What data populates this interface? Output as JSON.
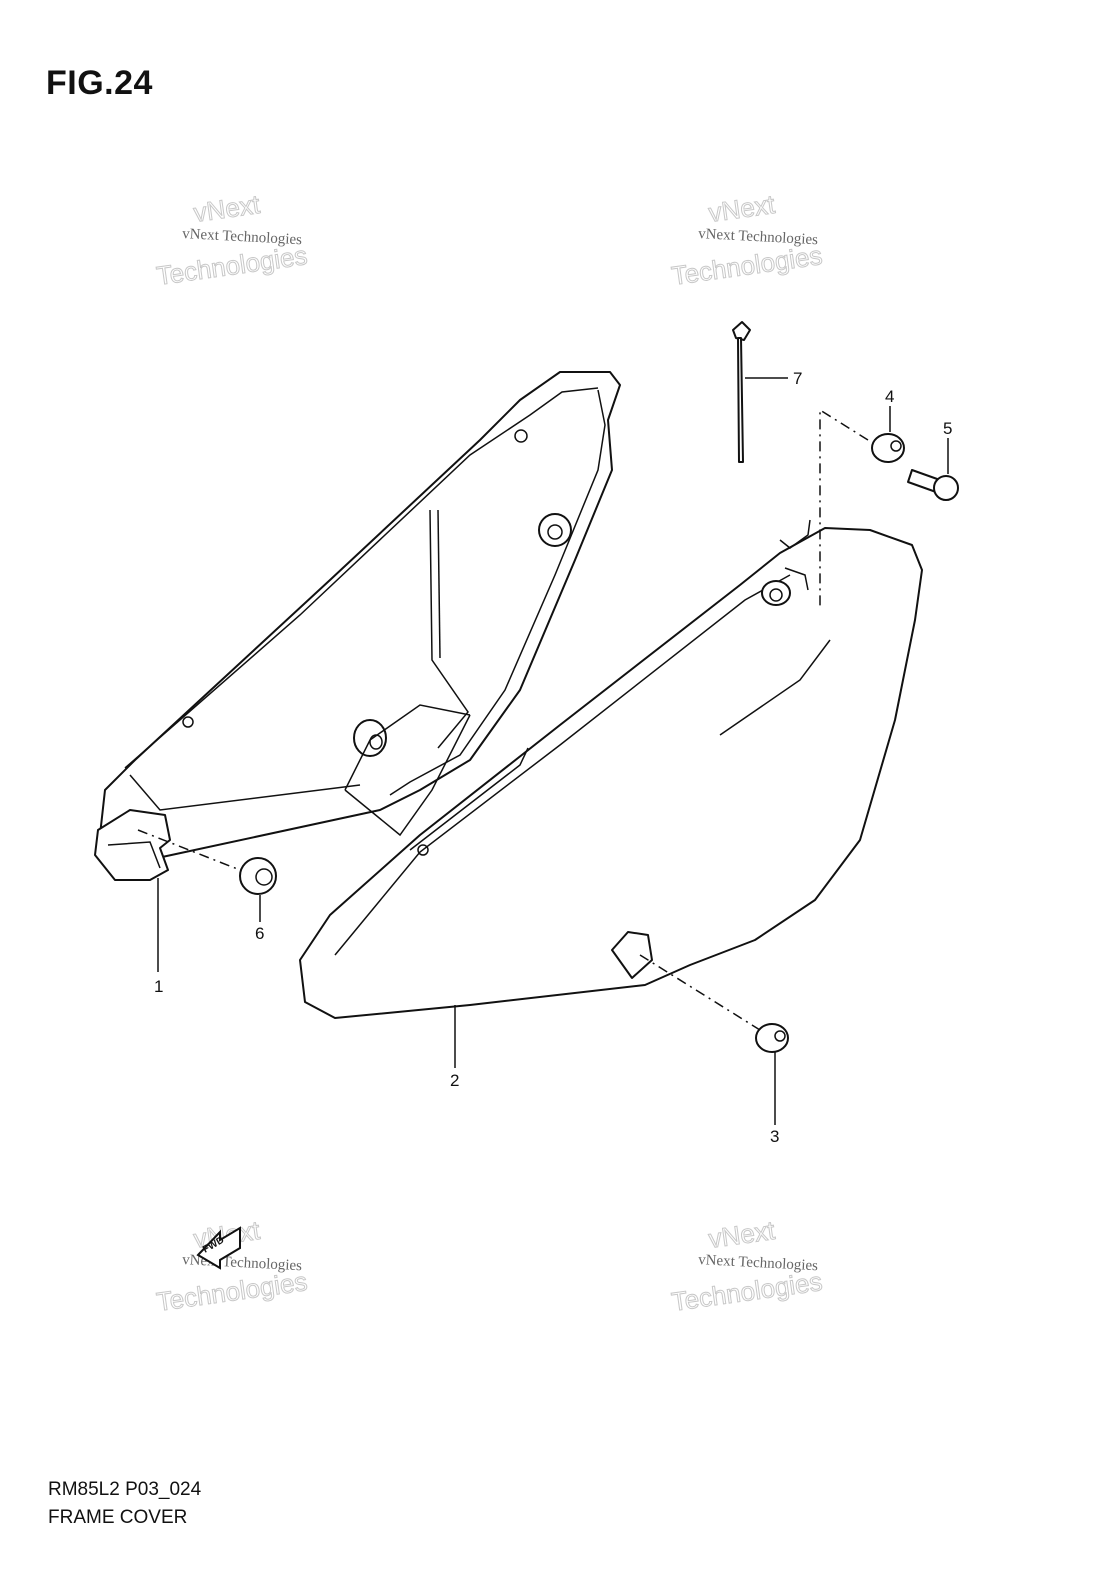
{
  "figure": {
    "title": "FIG.24"
  },
  "footer": {
    "code": "RM85L2 P03_024",
    "name": "FRAME COVER"
  },
  "watermark": {
    "line1": "vNext Technologies",
    "line2a": "vNext",
    "line2b": "Technologies"
  },
  "callouts": {
    "c1": "1",
    "c2": "2",
    "c3": "3",
    "c4": "4",
    "c5": "5",
    "c6": "6",
    "c7": "7"
  },
  "icons": {
    "front_arrow": "FWD"
  }
}
